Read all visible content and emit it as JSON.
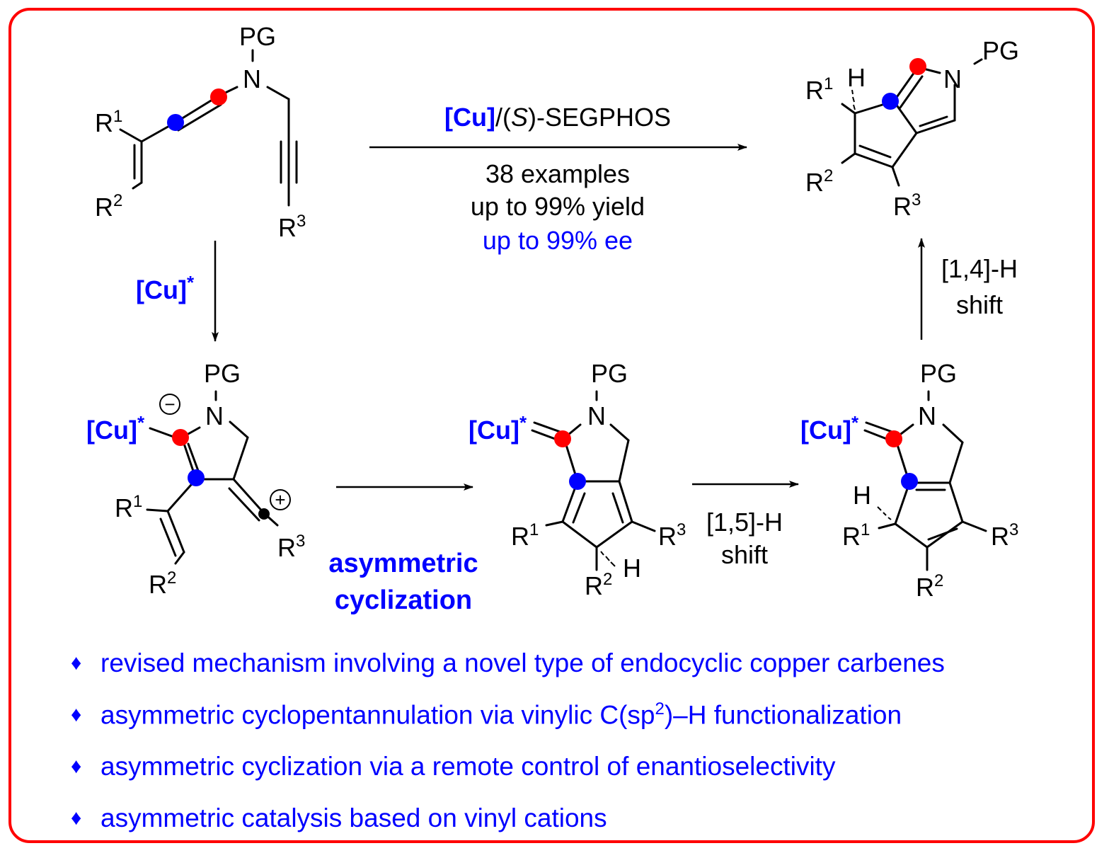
{
  "colors": {
    "frame": "#ff0000",
    "accent_blue": "#0000ff",
    "carbene_red": "#ff0000",
    "dot_blue": "#0000ff",
    "text": "#000000"
  },
  "labels": {
    "PG": "PG",
    "N": "N",
    "H": "H",
    "R": "R",
    "sup1": "1",
    "sup2": "2",
    "sup3": "3",
    "cu": "[Cu]",
    "star": "*",
    "minus": "−",
    "plus": "+"
  },
  "reaction_top": {
    "catalyst_cu": "[Cu]",
    "catalyst_rest": "/(",
    "catalyst_s": "S",
    "catalyst_end": ")-SEGPHOS",
    "examples": "38 examples",
    "yield": "up to 99% yield",
    "ee": "up to 99% ee"
  },
  "step_down": {
    "label": "[Cu]",
    "star": "*"
  },
  "step_cyclization": {
    "line1": "asymmetric",
    "line2": "cyclization"
  },
  "step_15": {
    "line1": "[1,5]-H",
    "line2": "shift"
  },
  "step_14": {
    "line1": "[1,4]-H",
    "line2": "shift"
  },
  "bullets": [
    {
      "symbol": "♦",
      "text": "revised mechanism involving a novel type of endocyclic copper carbenes"
    },
    {
      "symbol": "♦",
      "text_before": "asymmetric cyclopentannulation via vinylic C(sp",
      "sup": "2",
      "text_after": ")–H functionalization"
    },
    {
      "symbol": "♦",
      "text": "asymmetric cyclization via a remote control of enantioselectivity"
    },
    {
      "symbol": "♦",
      "text": "asymmetric catalysis based on vinyl cations"
    }
  ]
}
